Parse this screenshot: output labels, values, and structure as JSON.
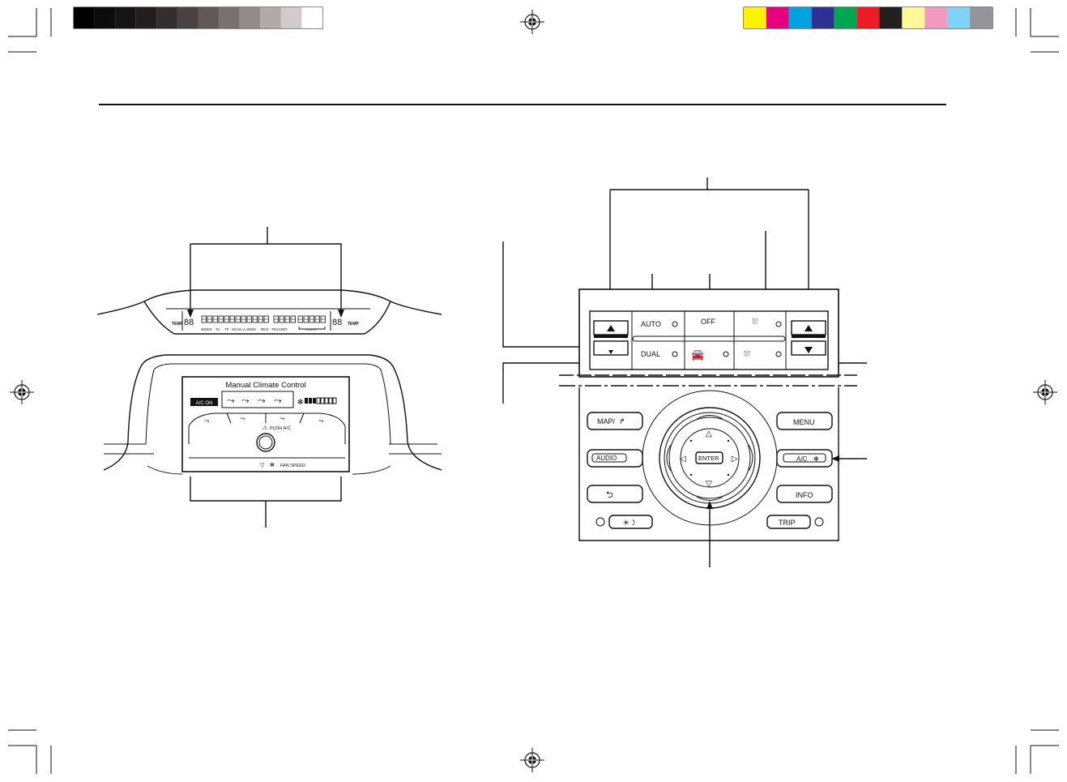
{
  "color_bar_left": [
    "#000000",
    "#0c0c0c",
    "#161414",
    "#221e1e",
    "#342e2e",
    "#4a4242",
    "#625858",
    "#7a6f6f",
    "#958a8a",
    "#b3a9a9",
    "#d2cbcb",
    "#ffffff"
  ],
  "color_bar_right": [
    "#fff200",
    "#e6007e",
    "#00a3e0",
    "#2e3192",
    "#00a651",
    "#ed1c24",
    "#231f20",
    "#fff799",
    "#f49ac1",
    "#7fd4f5",
    "#939598"
  ],
  "display": {
    "temp_left": "TEMP",
    "temp_right": "TEMP",
    "digits": "88",
    "indicators": [
      "NEWS",
      "TA",
      "TP",
      "SCAN",
      "A.SEEK",
      "RDS",
      "TRACK",
      "ST"
    ],
    "clock": "CLOCK"
  },
  "climate_screen": {
    "title": "Manual Climate Control",
    "ac_on": "A/C ON",
    "push_ac": "PUSH A/C",
    "fan_speed": "FAN SPEED"
  },
  "panel": {
    "auto": "AUTO",
    "off": "OFF",
    "dual": "DUAL",
    "map": "MAP/",
    "menu": "MENU",
    "audio": "AUDIO",
    "ac": "A/C",
    "enter": "ENTER",
    "info": "INFO",
    "trip": "TRIP"
  }
}
